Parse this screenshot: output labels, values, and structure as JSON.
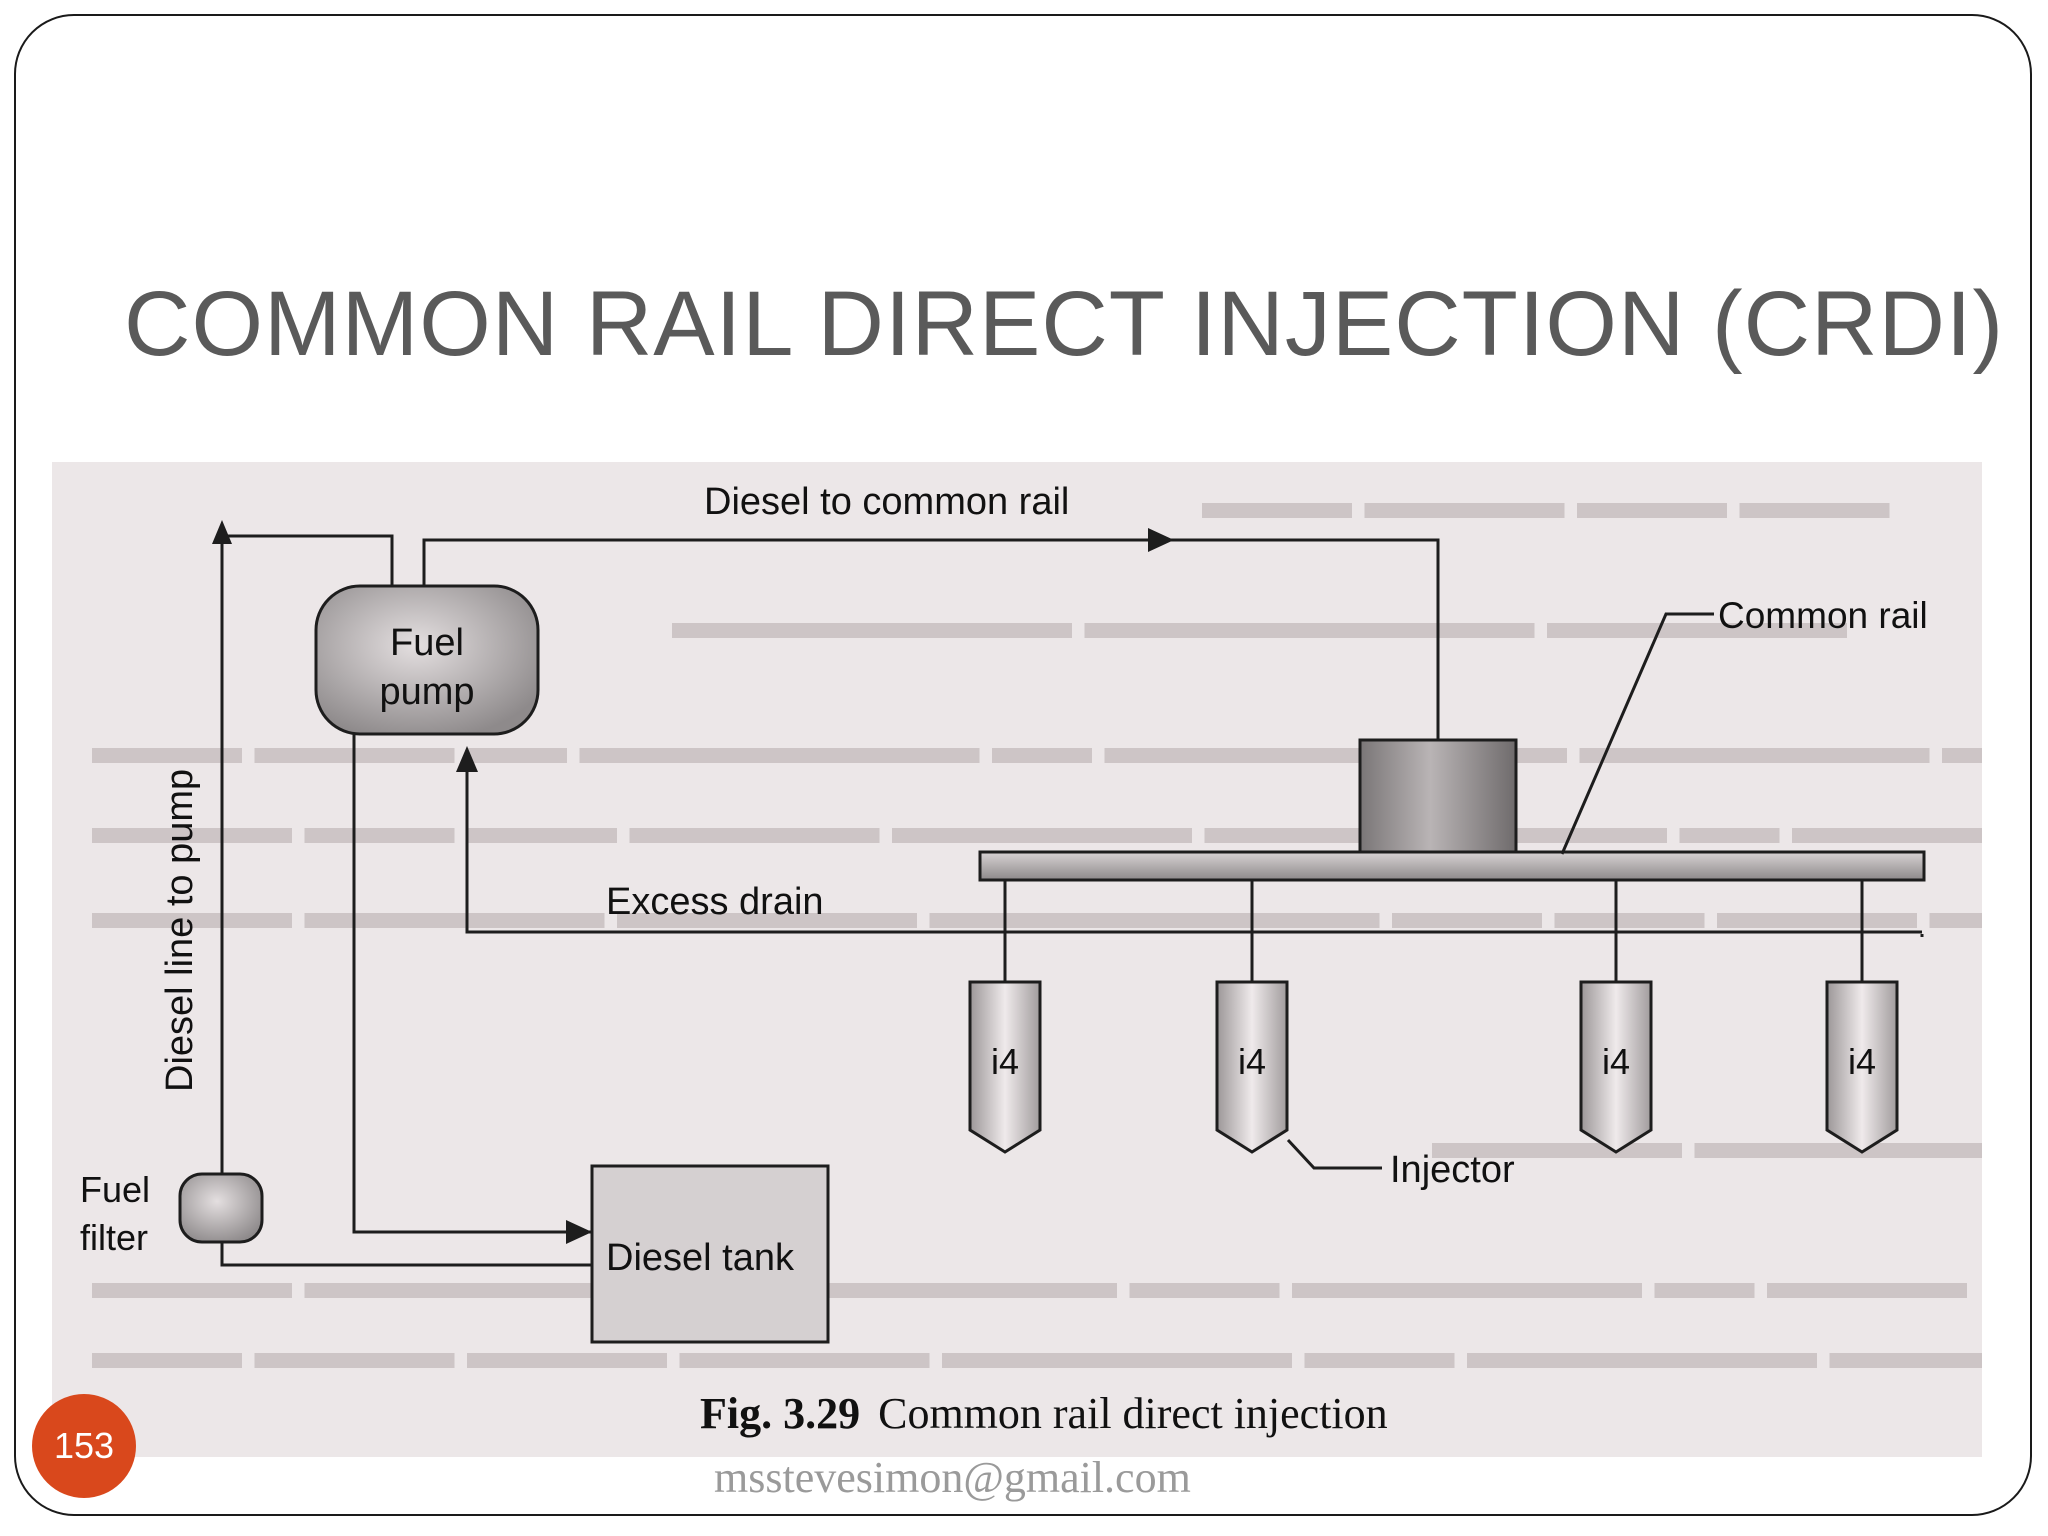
{
  "slide": {
    "title": "COMMON RAIL DIRECT INJECTION (CRDI)",
    "page_number": "153",
    "footer_email": "msstevesimon@gmail.com"
  },
  "figure": {
    "caption_number": "Fig. 3.29",
    "caption_text": "Common rail direct injection",
    "labels": {
      "diesel_to_rail": "Diesel to common rail",
      "common_rail": "Common rail",
      "fuel_pump": [
        "Fuel",
        "pump"
      ],
      "diesel_line": "Diesel line to pump",
      "excess_drain": "Excess drain",
      "injector": "Injector",
      "fuel_filter": [
        "Fuel",
        "filter"
      ],
      "diesel_tank": "Diesel tank",
      "injector_tag": "i4"
    },
    "injectors": [
      "i4",
      "i4",
      "i4",
      "i4"
    ]
  }
}
